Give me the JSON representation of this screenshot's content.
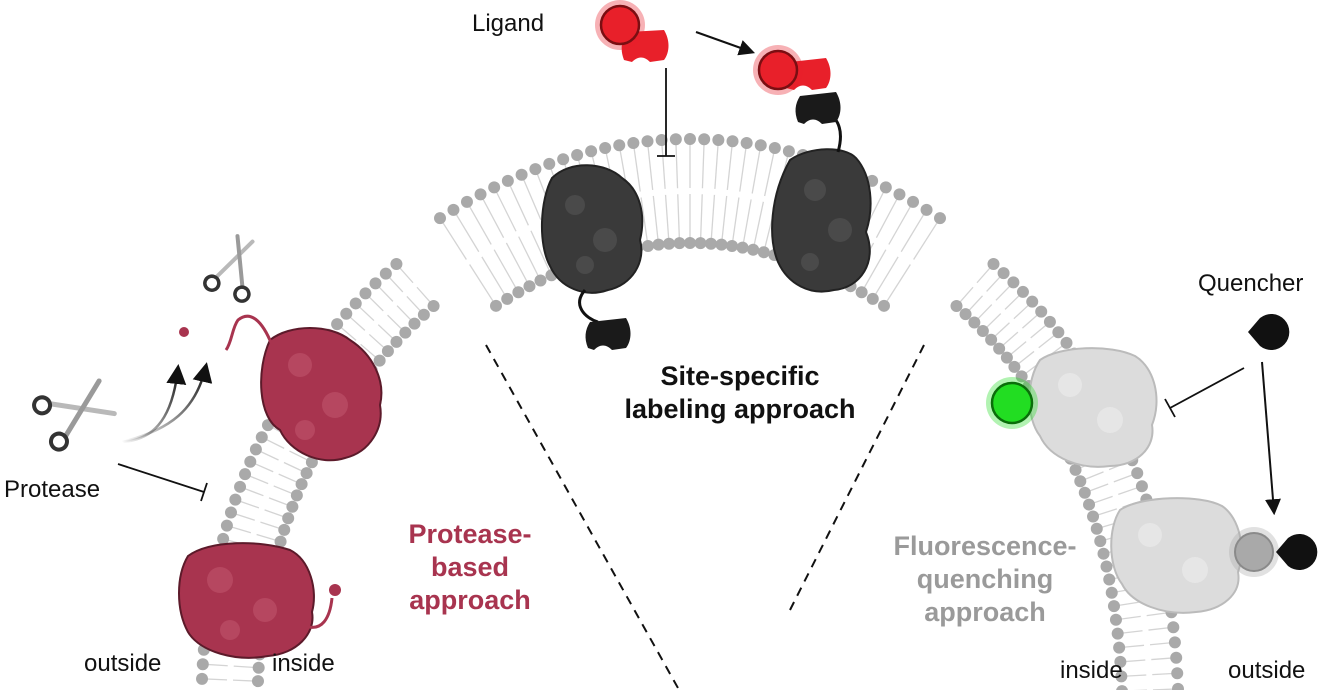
{
  "labels": {
    "ligand": "Ligand",
    "quencher": "Quencher",
    "protease": "Protease",
    "left_outside": "outside",
    "left_inside": "inside",
    "right_inside": "inside",
    "right_outside": "outside"
  },
  "approaches": {
    "site_specific": [
      "Site-specific",
      "labeling approach"
    ],
    "protease": [
      "Protease-",
      "based",
      "approach"
    ],
    "fluorescence": [
      "Fluorescence-",
      "quenching",
      "approach"
    ]
  },
  "colors": {
    "protease_protein": "#a8344f",
    "protease_text": "#a8344f",
    "labeling_protein": "#3a3a3a",
    "quench_protein": "#dcdcdc",
    "quench_text": "#9a9a9a",
    "ligand_red": "#e8202a",
    "fluor_green": "#22dd22",
    "lipid_head": "#a9a9a9"
  }
}
